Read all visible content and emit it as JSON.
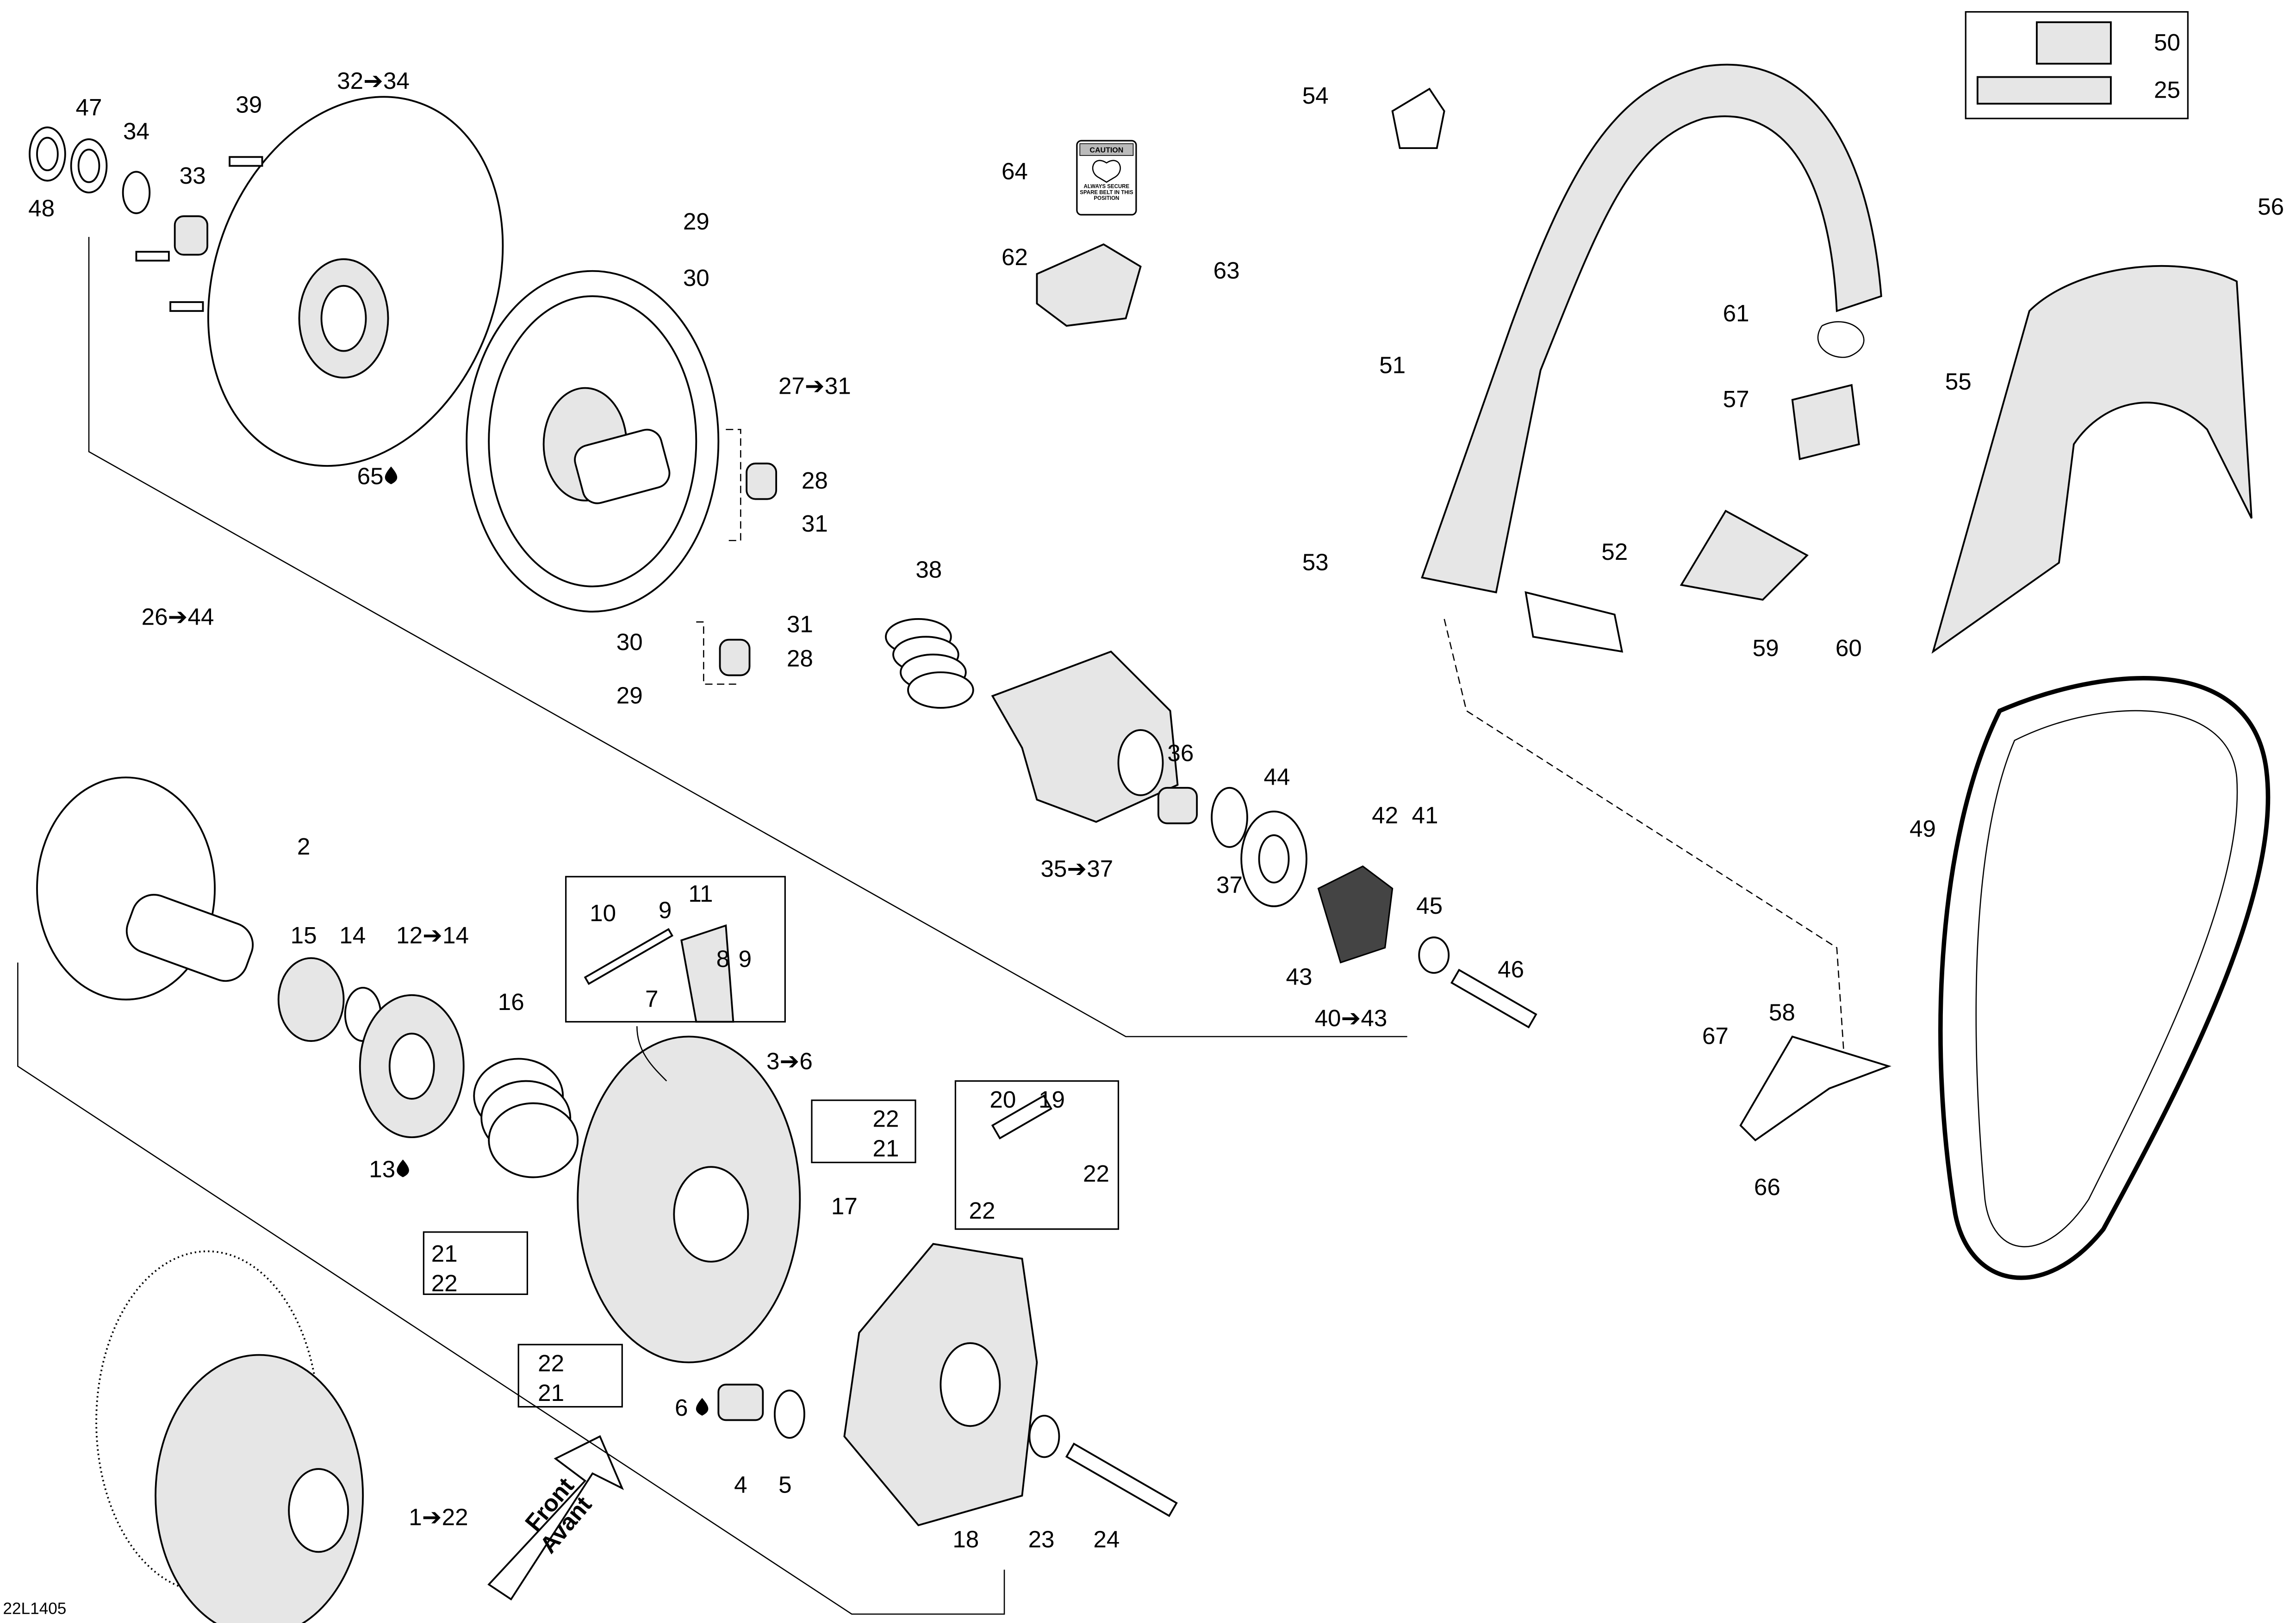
{
  "drawing_code": "22L1405",
  "direction_arrow": {
    "line1": "Front",
    "line2": "Avant"
  },
  "caution_sticker": {
    "title": "CAUTION",
    "text": "ALWAYS SECURE SPARE BELT IN THIS POSITION"
  },
  "callouts": [
    {
      "text": "47"
    },
    {
      "text": "48"
    },
    {
      "text": "34"
    },
    {
      "text": "33"
    },
    {
      "text": "39"
    },
    {
      "text": "32➔34"
    },
    {
      "text": "29"
    },
    {
      "text": "30"
    },
    {
      "text": "27➔31"
    },
    {
      "text": "65",
      "icon": "drop"
    },
    {
      "text": "28"
    },
    {
      "text": "31"
    },
    {
      "text": "26➔44"
    },
    {
      "text": "31"
    },
    {
      "text": "30"
    },
    {
      "text": "28"
    },
    {
      "text": "29"
    },
    {
      "text": "38"
    },
    {
      "text": "36"
    },
    {
      "text": "44"
    },
    {
      "text": "35➔37"
    },
    {
      "text": "37"
    },
    {
      "text": "42"
    },
    {
      "text": "41"
    },
    {
      "text": "45"
    },
    {
      "text": "43"
    },
    {
      "text": "46"
    },
    {
      "text": "40➔43"
    },
    {
      "text": "2"
    },
    {
      "text": "15"
    },
    {
      "text": "14"
    },
    {
      "text": "12➔14"
    },
    {
      "text": "16"
    },
    {
      "text": "13",
      "icon": "drop"
    },
    {
      "text": "10"
    },
    {
      "text": "9"
    },
    {
      "text": "11"
    },
    {
      "text": "9"
    },
    {
      "text": "8"
    },
    {
      "text": "7"
    },
    {
      "text": "3➔6"
    },
    {
      "text": "22"
    },
    {
      "text": "21"
    },
    {
      "text": "17"
    },
    {
      "text": "21"
    },
    {
      "text": "22"
    },
    {
      "text": "22"
    },
    {
      "text": "21"
    },
    {
      "text": "6",
      "icon": "drop"
    },
    {
      "text": "4"
    },
    {
      "text": "5"
    },
    {
      "text": "20"
    },
    {
      "text": "19"
    },
    {
      "text": "22"
    },
    {
      "text": "22"
    },
    {
      "text": "18"
    },
    {
      "text": "23"
    },
    {
      "text": "24"
    },
    {
      "text": "1➔22"
    },
    {
      "text": "64"
    },
    {
      "text": "62"
    },
    {
      "text": "63"
    },
    {
      "text": "54"
    },
    {
      "text": "50"
    },
    {
      "text": "25"
    },
    {
      "text": "51"
    },
    {
      "text": "61"
    },
    {
      "text": "57"
    },
    {
      "text": "56"
    },
    {
      "text": "55"
    },
    {
      "text": "53"
    },
    {
      "text": "52"
    },
    {
      "text": "59"
    },
    {
      "text": "60"
    },
    {
      "text": "49"
    },
    {
      "text": "58"
    },
    {
      "text": "67"
    },
    {
      "text": "66"
    }
  ]
}
